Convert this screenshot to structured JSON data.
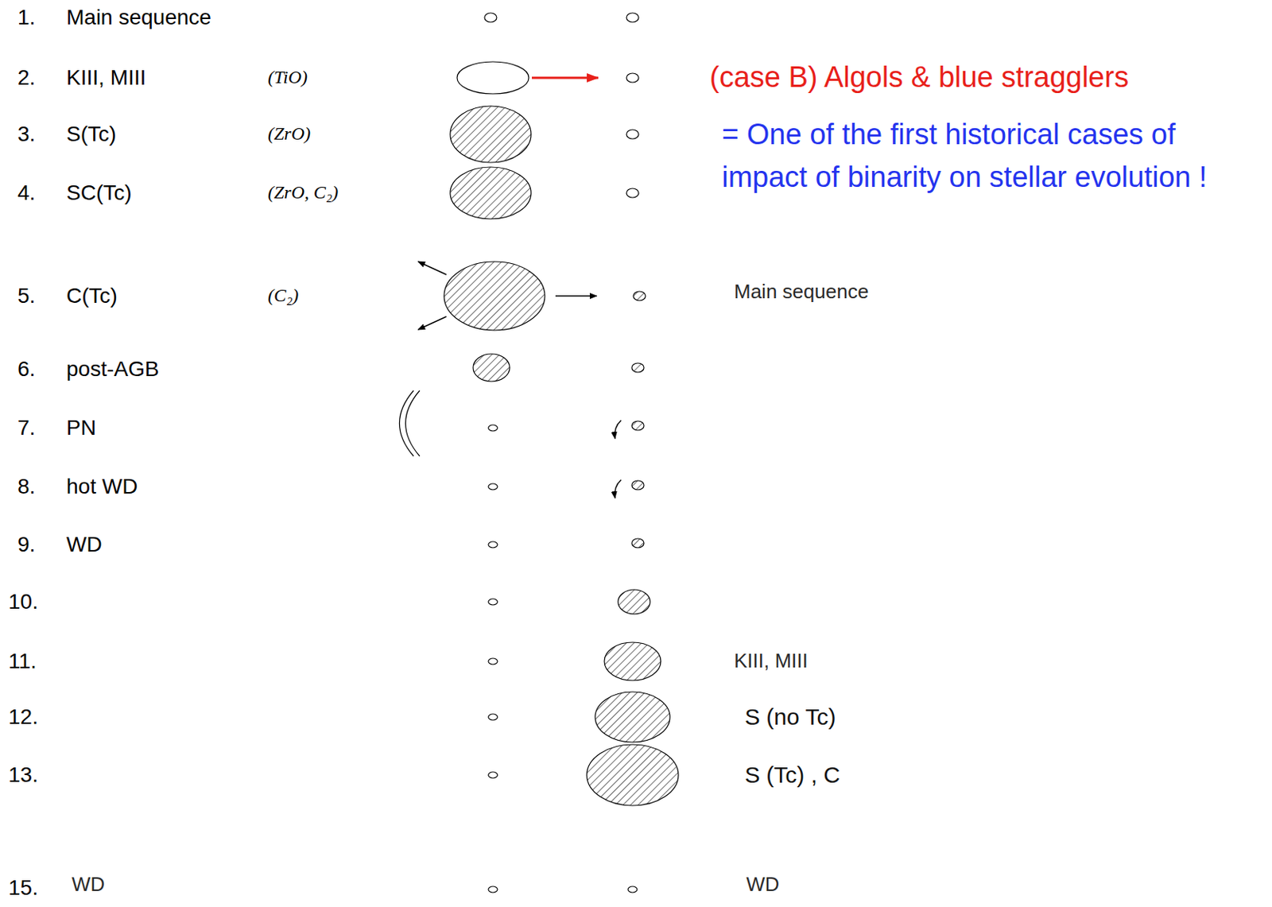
{
  "diagram": {
    "labels": [
      "1.",
      "Main sequence",
      "2.",
      "KIII, MIII",
      "(TiO)",
      "(case B) Algols & blue stragglers",
      "= One of the first historical cases of impact of binarity on stellar evolution !",
      "3.",
      "S(Tc)",
      "(ZrO)",
      "4.",
      "SC(Tc)",
      "(ZrO, C₂)",
      "5.",
      "C(Tc)",
      "(C₂)",
      "Main sequence",
      "6.",
      "post-AGB",
      "7.",
      "PN",
      "8.",
      "hot WD",
      "9.",
      "WD",
      "10.",
      "11.",
      "KIII, MIII",
      "12.",
      "S (no Tc)",
      "13.",
      "S (Tc) , C",
      "15.",
      "WD",
      "WD"
    ]
  }
}
